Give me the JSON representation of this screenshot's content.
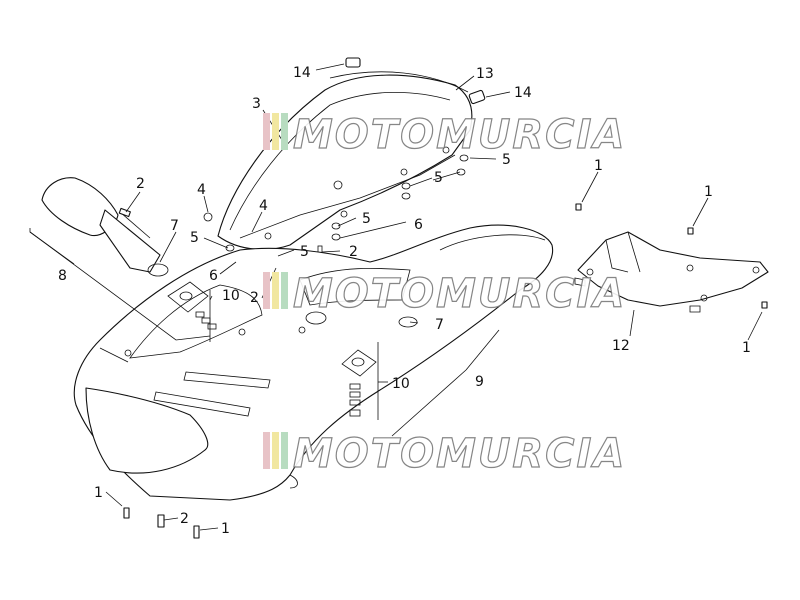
{
  "watermark": {
    "text": "MOTOMURCIA",
    "colors": [
      "#e8c3c7",
      "#f1e7a0",
      "#b8dcc0"
    ]
  },
  "labels": [
    {
      "id": "l1",
      "text": "14"
    },
    {
      "id": "l2",
      "text": "13"
    },
    {
      "id": "l3",
      "text": "14"
    },
    {
      "id": "l4",
      "text": "3"
    },
    {
      "id": "l5",
      "text": "5"
    },
    {
      "id": "l6",
      "text": "5"
    },
    {
      "id": "l7",
      "text": "5"
    },
    {
      "id": "l8",
      "text": "6"
    },
    {
      "id": "l9",
      "text": "5"
    },
    {
      "id": "l10",
      "text": "2"
    },
    {
      "id": "l11",
      "text": "4"
    },
    {
      "id": "l12",
      "text": "4"
    },
    {
      "id": "l13",
      "text": "2"
    },
    {
      "id": "l14",
      "text": "7"
    },
    {
      "id": "l15",
      "text": "5"
    },
    {
      "id": "l16",
      "text": "8"
    },
    {
      "id": "l17",
      "text": "6"
    },
    {
      "id": "l18",
      "text": "10"
    },
    {
      "id": "l19",
      "text": "2"
    },
    {
      "id": "l20",
      "text": "7"
    },
    {
      "id": "l21",
      "text": "10"
    },
    {
      "id": "l22",
      "text": "9"
    },
    {
      "id": "l23",
      "text": "1"
    },
    {
      "id": "l24",
      "text": "1"
    },
    {
      "id": "l25",
      "text": "12"
    },
    {
      "id": "l26",
      "text": "1"
    },
    {
      "id": "l27",
      "text": "1"
    },
    {
      "id": "l28",
      "text": "2"
    },
    {
      "id": "l29",
      "text": "1"
    }
  ]
}
